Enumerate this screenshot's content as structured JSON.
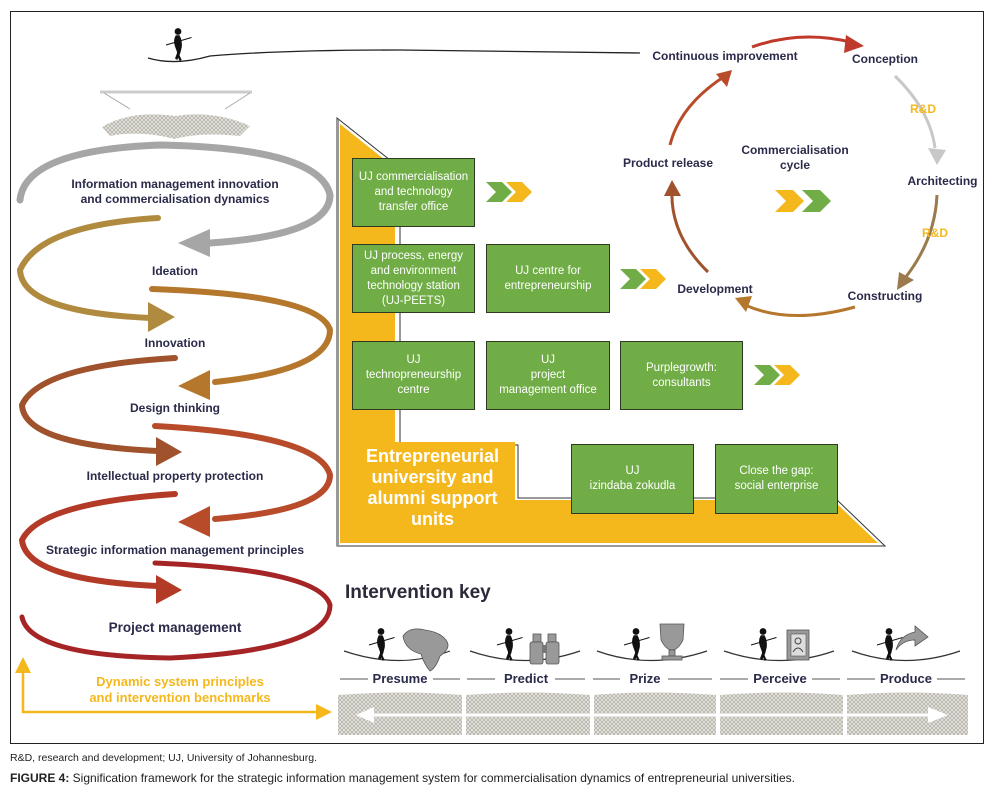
{
  "spiral": {
    "items": [
      {
        "label": "Information management innovation\nand commercialisation dynamics",
        "color": "#a6a6a6"
      },
      {
        "label": "Ideation",
        "color": "#b08a3e"
      },
      {
        "label": "Innovation",
        "color": "#b5772c"
      },
      {
        "label": "Design thinking",
        "color": "#a0522d"
      },
      {
        "label": "Intellectual property protection",
        "color": "#b84c2a"
      },
      {
        "label": "Strategic information management principles",
        "color": "#b33a26"
      },
      {
        "label": "Project management",
        "color": "#a52526"
      }
    ],
    "benchmark_label": "Dynamic system principles\nand intervention benchmarks"
  },
  "support_units": {
    "title": "Entrepreneurial\nuniversity and\nalumni support\nunits",
    "boxes": [
      "UJ commercialisation\nand technology\ntransfer office",
      "UJ process, energy\nand environment\ntechnology station\n(UJ-PEETS)",
      "UJ centre for\nentrepreneurship",
      "UJ\ntechnopreneurship\ncentre",
      "UJ\nproject\nmanagement office",
      "Purplegrowth:\nconsultants",
      "UJ\nizindaba zokudla",
      "Close the gap:\nsocial enterprise"
    ]
  },
  "cycle": {
    "title": "Commercialisation\ncycle",
    "stages": [
      "Continuous improvement",
      "Conception",
      "Architecting",
      "Constructing",
      "Development",
      "Product release"
    ],
    "rd_label": "R&D"
  },
  "key": {
    "title": "Intervention key",
    "items": [
      {
        "label": "Presume",
        "icon": "africa-map-icon"
      },
      {
        "label": "Predict",
        "icon": "binoculars-icon"
      },
      {
        "label": "Prize",
        "icon": "trophy-icon"
      },
      {
        "label": "Perceive",
        "icon": "contact-book-icon"
      },
      {
        "label": "Produce",
        "icon": "share-arrow-icon"
      }
    ]
  },
  "colors": {
    "green": "#70ad47",
    "yellow": "#f5b81c"
  },
  "footnote": "R&D, research and development; UJ, University of Johannesburg.",
  "caption": {
    "label": "FIGURE 4:",
    "text": " Signification framework for the strategic information management system for commercialisation dynamics of entrepreneurial universities."
  }
}
